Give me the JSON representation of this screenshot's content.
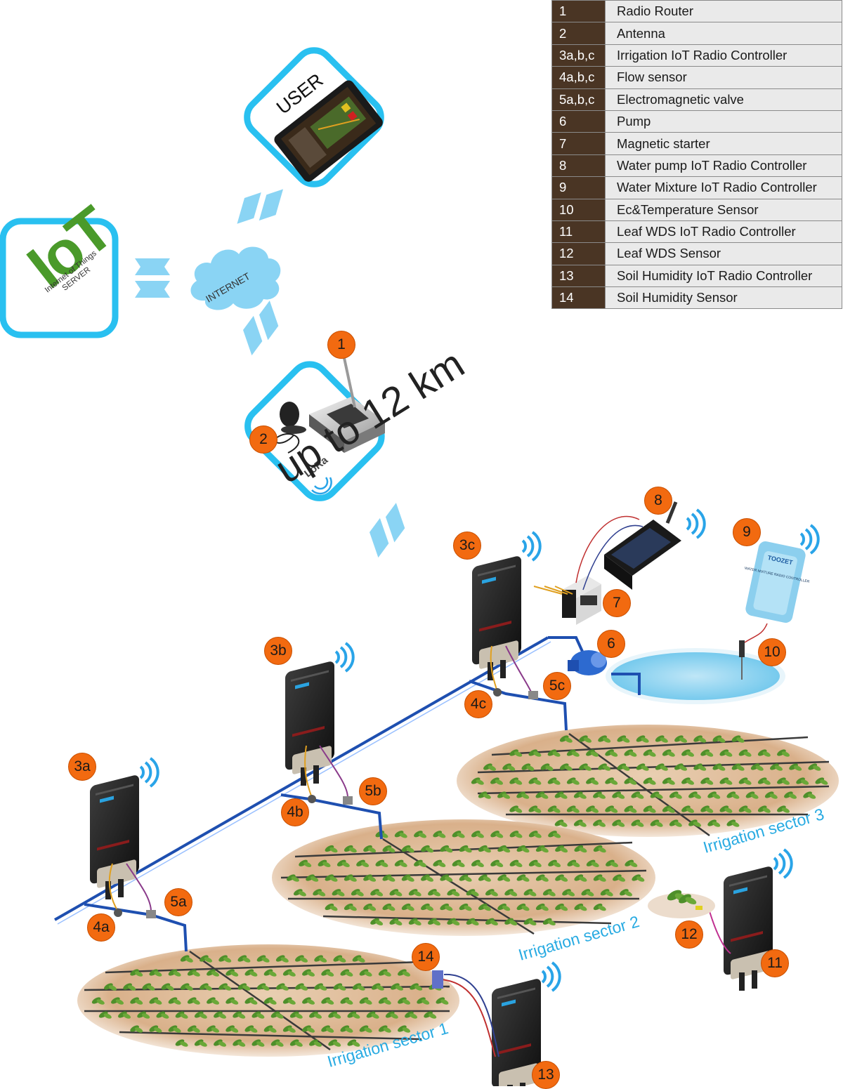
{
  "legend": [
    {
      "num": "1",
      "label": "Radio Router"
    },
    {
      "num": "2",
      "label": "Antenna"
    },
    {
      "num": "3a,b,c",
      "label": "Irrigation IoT Radio Controller"
    },
    {
      "num": "4a,b,c",
      "label": "Flow sensor"
    },
    {
      "num": "5a,b,c",
      "label": "Electromagnetic valve"
    },
    {
      "num": "6",
      "label": "Pump"
    },
    {
      "num": "7",
      "label": "Magnetic starter"
    },
    {
      "num": "8",
      "label": "Water pump IoT Radio Controller"
    },
    {
      "num": "9",
      "label": "Water Mixture IoT Radio Controller"
    },
    {
      "num": "10",
      "label": "Ec&Temperature Sensor"
    },
    {
      "num": "11",
      "label": " Leaf WDS IoT Radio Controller"
    },
    {
      "num": "12",
      "label": "Leaf WDS Sensor"
    },
    {
      "num": "13",
      "label": "Soil Humidity IoT Radio Controller"
    },
    {
      "num": "14",
      "label": "Soil Humidity Sensor"
    }
  ],
  "badges": {
    "b1": "1",
    "b2": "2",
    "b3a": "3a",
    "b3b": "3b",
    "b3c": "3c",
    "b4a": "4a",
    "b4b": "4b",
    "b4c": "4c",
    "b5a": "5a",
    "b5b": "5b",
    "b5c": "5c",
    "b6": "6",
    "b7": "7",
    "b8": "8",
    "b9": "9",
    "b10": "10",
    "b11": "11",
    "b12": "12",
    "b13": "13",
    "b14": "14"
  },
  "labels": {
    "user": "USER",
    "internet": "INTERNET",
    "iot_big": "IoT",
    "iot_sub1": "Internet of Things",
    "iot_sub2": "SERVER",
    "lora": "LoRa",
    "range": "up to 12 km",
    "sector1": "Irrigation sector 1",
    "sector2": "Irrigation sector 2",
    "sector3": "Irrigation sector 3",
    "device_brand": "TOOZET",
    "mixture_text": "WATER MIXTURE RADIO CONTROLLER"
  },
  "colors": {
    "badge": "#f26a10",
    "frame": "#29c0f0",
    "pipe": "#1e4fb0",
    "legend_num_bg": "#4a3524",
    "legend_desc_bg": "#eaeaea",
    "sector_text": "#29abe2",
    "soil": "#e6c7a6"
  }
}
